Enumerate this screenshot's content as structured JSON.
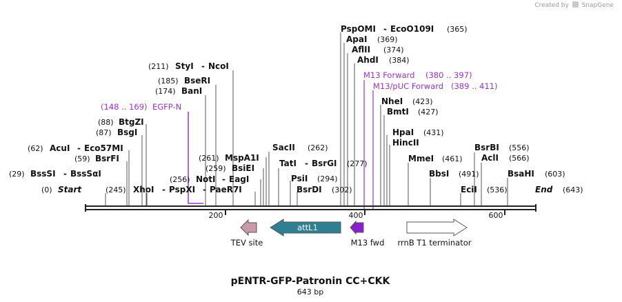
{
  "credit": {
    "text": "Created by",
    "brand": "SnapGene"
  },
  "title": "pENTR-GFP-Patronin CC+CKK",
  "length": "643 bp",
  "ruler": [
    "200",
    "400",
    "600"
  ],
  "enzymes": {
    "pspomi": "PspOMI",
    "ecoo109i": "EcoO109I",
    "pspomi_pos": "(365)",
    "apai": "ApaI",
    "apai_pos": "(369)",
    "aflii": "AflII",
    "aflii_pos": "(374)",
    "ahdi": "AhdI",
    "ahdi_pos": "(384)",
    "styi_pos": "(211)",
    "styi": "StyI",
    "ncoi": "NcoI",
    "bseri_pos": "(185)",
    "bseri": "BseRI",
    "bani_pos": "(174)",
    "bani": "BanI",
    "btgzi_pos": "(88)",
    "btgzi": "BtgZI",
    "bsgi_pos": "(87)",
    "bsgi": "BsgI",
    "acui_pos": "(62)",
    "acui": "AcuI",
    "eco57mi": "Eco57MI",
    "bsrfi_pos": "(59)",
    "bsrfi": "BsrFI",
    "bsssi_pos": "(29)",
    "bsssi": "BssSI",
    "bsssai": "BssSαI",
    "start_pos": "(0)",
    "start": "Start",
    "xhoi_pos": "(245)",
    "xhoi": "XhoI",
    "pspxi": "PspXI",
    "paer7i": "PaeR7I",
    "noti_pos": "(256)",
    "noti": "NotI",
    "eagi": "EagI",
    "bsiei_pos": "(259)",
    "bsiei": "BsiEI",
    "mspa1i_pos": "(261)",
    "mspa1i": "MspA1I",
    "sacii": "SacII",
    "sacii_pos": "(262)",
    "tati": "TatI",
    "bsrgi": "BsrGI",
    "tati_pos": "(277)",
    "psli": "PsiI",
    "psli_pos": "(294)",
    "bsrdi": "BsrDI",
    "bsrdi_pos": "(302)",
    "nhei": "NheI",
    "nhei_pos": "(423)",
    "bmti": "BmtI",
    "bmti_pos": "(427)",
    "hpai": "HpaI",
    "hpai_pos": "(431)",
    "hincii": "HincII",
    "mmei": "MmeI",
    "mmei_pos": "(461)",
    "bbsi": "BbsI",
    "bbsi_pos": "(491)",
    "ecii": "EciI",
    "ecii_pos": "(536)",
    "bsrbi": "BsrBI",
    "bsrbi_pos": "(556)",
    "acli": "AclI",
    "acli_pos": "(566)",
    "bsahi": "BsaHI",
    "bsahi_pos": "(603)",
    "end": "End",
    "end_pos": "(643)"
  },
  "primers": {
    "m13fwd_name": "M13 Forward",
    "m13fwd_range": "(380 .. 397)",
    "m13puc_name": "M13/pUC Forward",
    "m13puc_range": "(389 .. 411)",
    "egfpn_range": "(148 .. 169)",
    "egfpn_name": "EGFP-N"
  },
  "features": {
    "tev": "TEV site",
    "attl1": "attL1",
    "m13": "M13 fwd",
    "rrnb": "rrnB T1 terminator"
  },
  "colors": {
    "primer": "#9933cc",
    "attl1": "#2e7f91",
    "tev": "#c89aaa",
    "m13": "#8a1fd0",
    "rrnb": "#ffffff"
  }
}
